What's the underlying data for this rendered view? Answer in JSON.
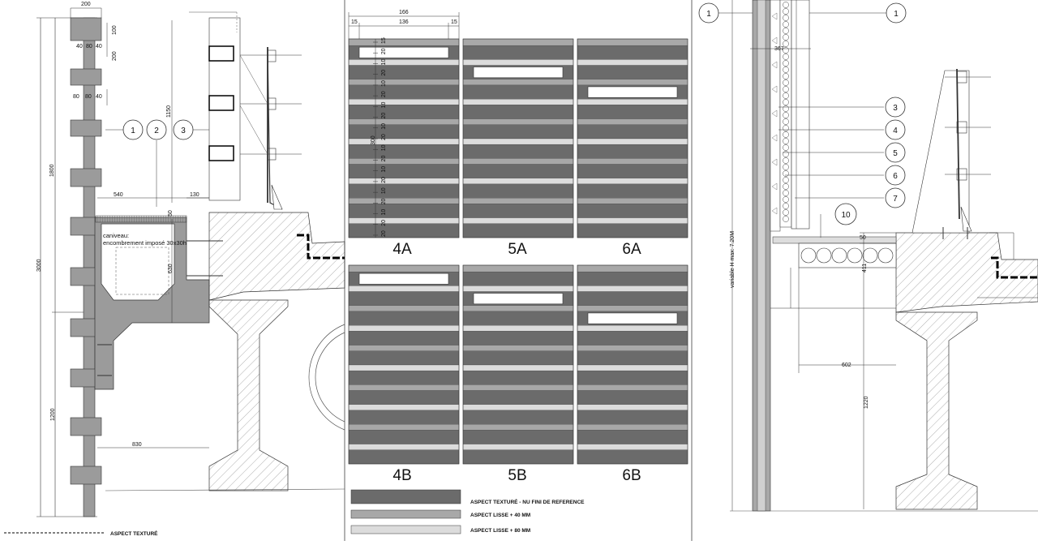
{
  "left_section": {
    "dimensions": {
      "top_width": "200",
      "d100": "100",
      "d200": "200",
      "d40a": "40",
      "d80a": "80",
      "d40b": "40",
      "d80b": "80",
      "d80c": "80",
      "d40c": "40",
      "h1800": "1800",
      "h3000": "3000",
      "h1150": "1150",
      "w540": "540",
      "w130": "130",
      "d50": "50",
      "d630": "630",
      "h1200": "1200",
      "w830": "830"
    },
    "callouts": [
      "1",
      "2",
      "3"
    ],
    "drain_label_1": "caniveau:",
    "drain_label_2": "encombrement imposé 30x30h",
    "legend_text": "ASPECT TEXTURÉ"
  },
  "middle_section": {
    "top_dims": {
      "overall": "166",
      "left": "15",
      "middle": "136",
      "right": "15"
    },
    "side_dims": [
      "15",
      "20",
      "10",
      "20",
      "10",
      "20",
      "10",
      "20",
      "10",
      "20",
      "10",
      "20",
      "10",
      "20",
      "10",
      "20",
      "10",
      "20",
      "20"
    ],
    "side_total": "300",
    "panels": [
      {
        "label": "4A",
        "gap_row": 0
      },
      {
        "label": "5A",
        "gap_row": 1
      },
      {
        "label": "6A",
        "gap_row": 2
      },
      {
        "label": "4B",
        "gap_row": 0
      },
      {
        "label": "5B",
        "gap_row": 1
      },
      {
        "label": "6B",
        "gap_row": 2
      }
    ],
    "legend": [
      {
        "text": "ASPECT TEXTURÉ - NU FINI DE REFERENCE",
        "color": "#6b6b6b"
      },
      {
        "text": "ASPECT LISSE + 40 MM",
        "color": "#a8a8a8"
      },
      {
        "text": "ASPECT LISSE + 80 MM",
        "color": "#dcdcdc"
      }
    ]
  },
  "right_section": {
    "callouts": [
      "1",
      "1",
      "3",
      "4",
      "5",
      "6",
      "7",
      "10"
    ],
    "dimensions": {
      "d367": "367",
      "d50": "50",
      "d411": "411",
      "d602": "602",
      "d1220": "1220",
      "height_note": "variable H max: 7.20M"
    }
  }
}
